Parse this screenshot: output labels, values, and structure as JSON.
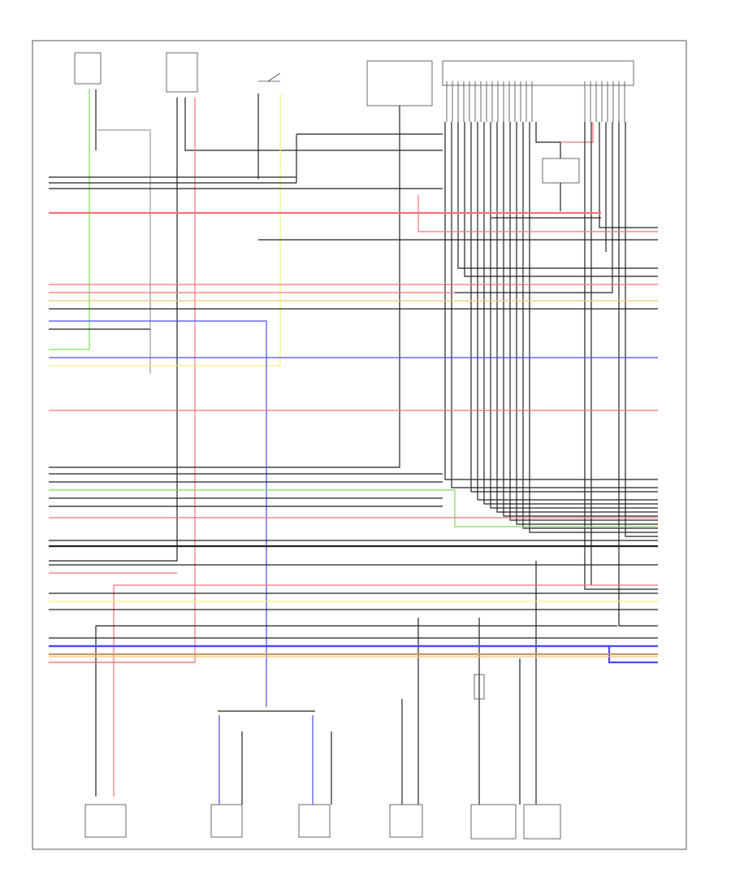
{
  "figure_id": "",
  "colors": {
    "black": "#222222",
    "gray": "#9a9a9a",
    "red": "#f2727a",
    "green": "#7ed957",
    "blue": "#4a4aff",
    "yellow": "#f5f07a",
    "orange": "#f5c27a",
    "brown": "#c79a5a"
  },
  "left_labels": [
    "",
    "",
    "",
    "",
    "",
    "",
    "",
    "",
    "",
    "",
    "",
    "",
    "",
    "",
    "",
    "",
    "",
    "",
    "",
    "",
    "",
    "",
    "",
    "",
    "",
    "",
    "",
    "",
    "",
    ""
  ],
  "right_labels": [
    "",
    "",
    "",
    "",
    "",
    "",
    "",
    "",
    "",
    "",
    "",
    "",
    "",
    "",
    "",
    "",
    "",
    "",
    "",
    "",
    "",
    "",
    "",
    "",
    "",
    ""
  ],
  "components_top": [
    {
      "name": "top-component-1",
      "text": ""
    },
    {
      "name": "top-component-2",
      "text": ""
    },
    {
      "name": "top-component-3",
      "text": ""
    },
    {
      "name": "top-component-4",
      "text": ""
    },
    {
      "name": "top-component-5",
      "text": ""
    },
    {
      "name": "top-component-6",
      "text": ""
    }
  ],
  "components_bottom": [
    {
      "name": "bottom-component-1",
      "text": ""
    },
    {
      "name": "bottom-component-2",
      "text": ""
    },
    {
      "name": "bottom-component-3",
      "text": ""
    },
    {
      "name": "bottom-component-4",
      "text": ""
    },
    {
      "name": "bottom-component-5",
      "text": ""
    },
    {
      "name": "bottom-component-6",
      "text": ""
    }
  ]
}
